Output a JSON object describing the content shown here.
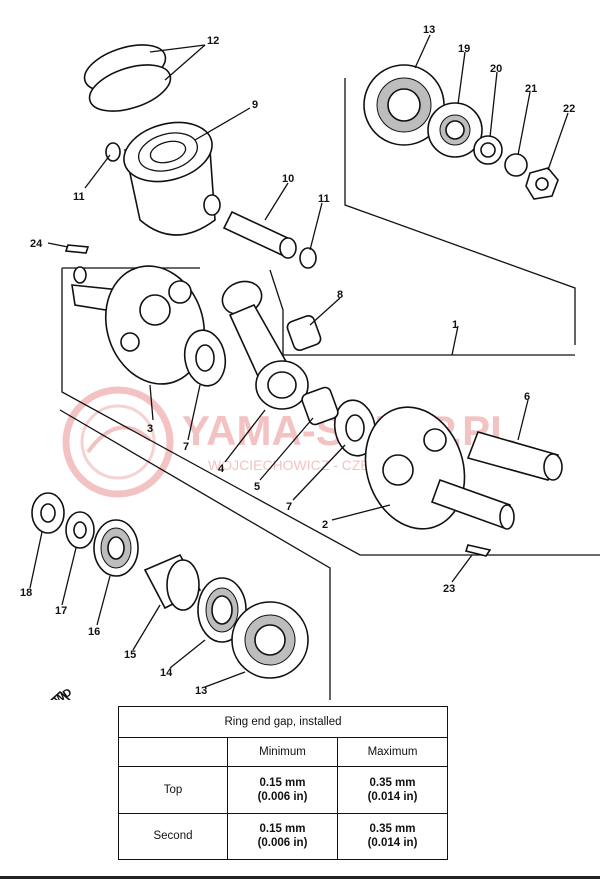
{
  "diagram": {
    "part_labels": [
      "1",
      "2",
      "3",
      "4",
      "5",
      "6",
      "7",
      "7",
      "8",
      "9",
      "10",
      "11",
      "11",
      "12",
      "13",
      "13",
      "14",
      "15",
      "16",
      "17",
      "18",
      "19",
      "20",
      "21",
      "22",
      "23",
      "24"
    ],
    "watermark": {
      "brand": "YAMA-SKLEP.PL",
      "subtitle": "WOJCIECHOWICZ - CZĘŚCI YAMAHA"
    },
    "fwd_label": "FWD"
  },
  "table": {
    "title": "Ring end gap, installed",
    "headers": [
      "",
      "Minimum",
      "Maximum"
    ],
    "rows": [
      {
        "label": "Top",
        "min_mm": "0.15 mm",
        "min_in": "(0.006 in)",
        "max_mm": "0.35 mm",
        "max_in": "(0.014 in)"
      },
      {
        "label": "Second",
        "min_mm": "0.15 mm",
        "min_in": "(0.006 in)",
        "max_mm": "0.35 mm",
        "max_in": "(0.014 in)"
      }
    ]
  }
}
